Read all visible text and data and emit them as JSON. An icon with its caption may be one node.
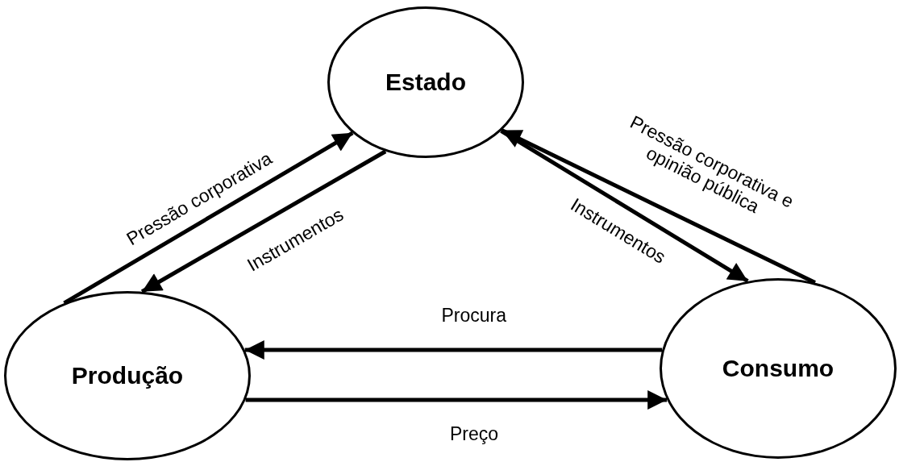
{
  "diagram": {
    "nodes": [
      {
        "text": [
          "Estado"
        ]
      },
      {
        "text": [
          "Produção"
        ]
      },
      {
        "text": [
          "Consumo"
        ]
      }
    ],
    "edges": [
      {
        "from": 1,
        "to": 0,
        "arrow": "to",
        "label": "Pressão corporativa"
      },
      {
        "from": 0,
        "to": 1,
        "arrow": "to",
        "label": "Instrumentos"
      },
      {
        "from": 0,
        "to": 2,
        "arrow": "to",
        "label": "Instrumentos"
      },
      {
        "from": 2,
        "to": 0,
        "arrow": "to",
        "label": "Pressão corporativa e opinião pública"
      },
      {
        "from": 2,
        "to": 1,
        "arrow": "to",
        "label": "Procura"
      },
      {
        "from": 1,
        "to": 2,
        "arrow": "to",
        "label": "Preço"
      }
    ]
  }
}
